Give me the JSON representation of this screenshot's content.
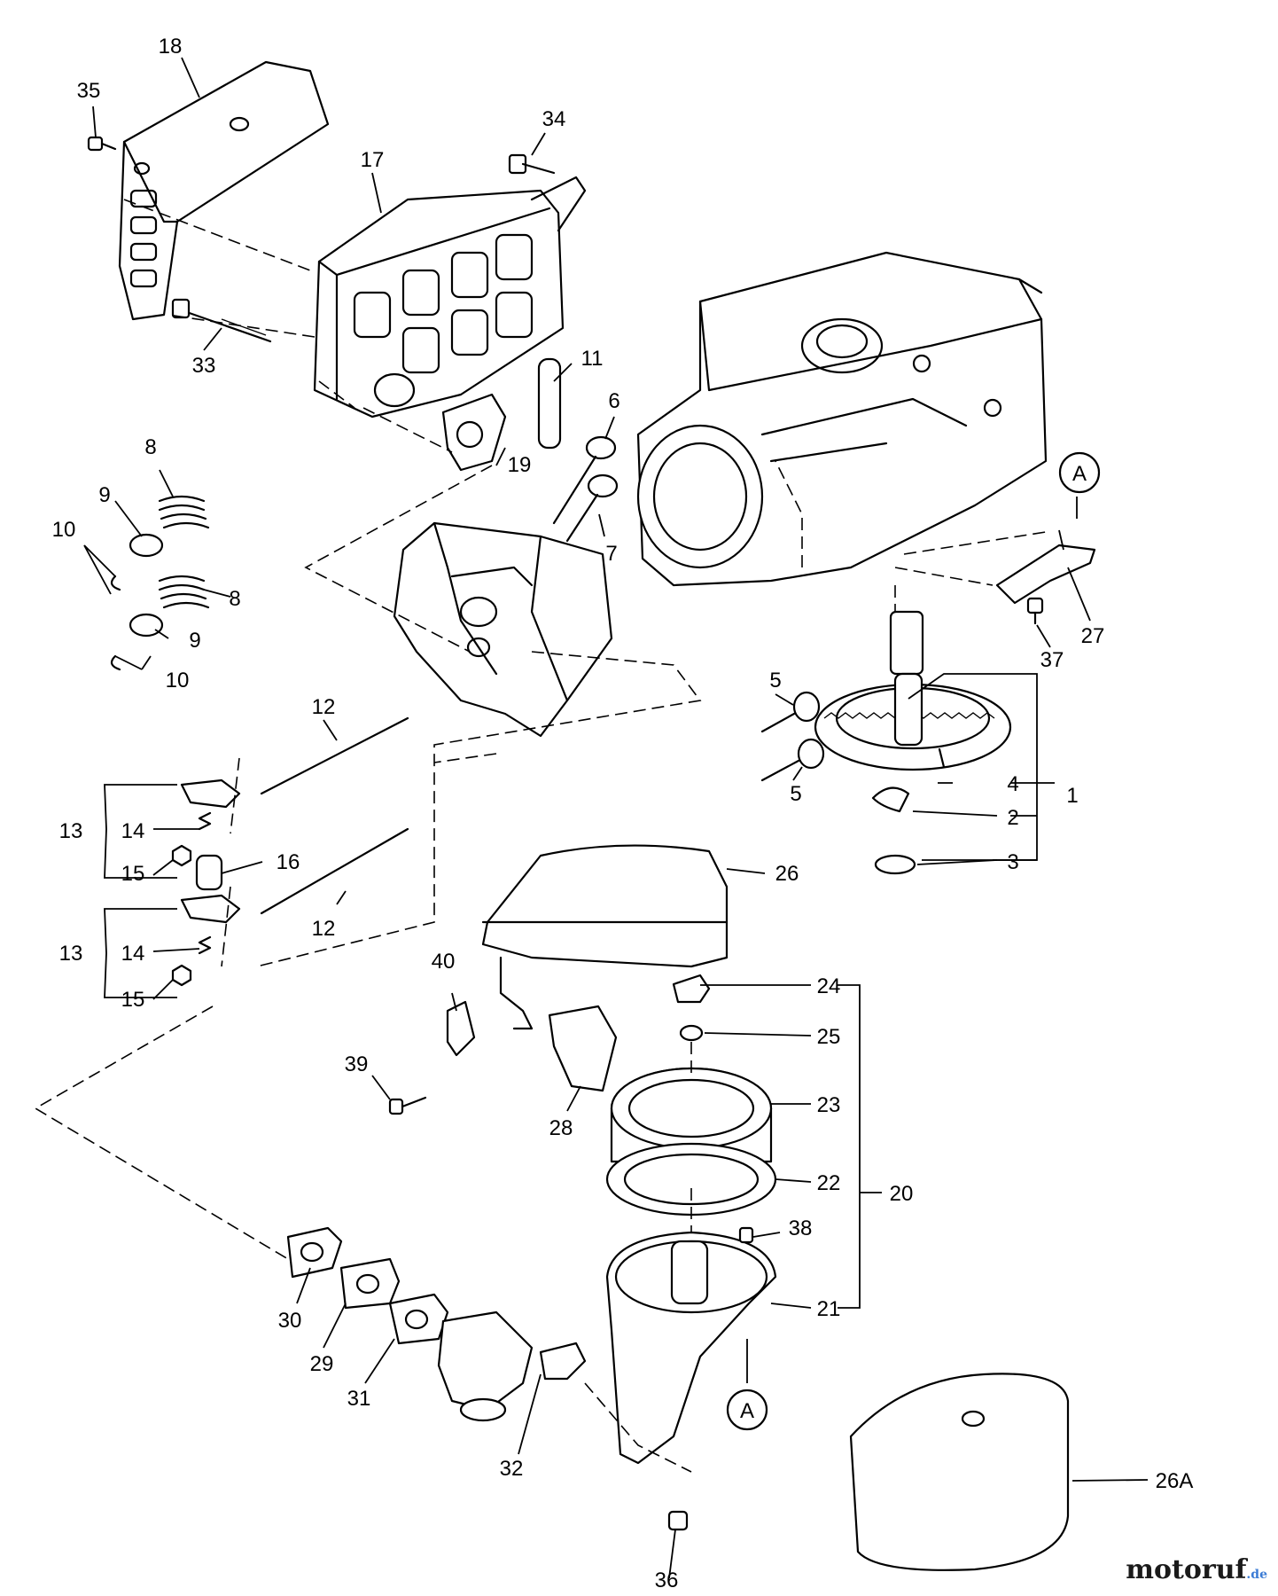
{
  "labels": {
    "p1": "1",
    "p2": "2",
    "p3": "3",
    "p4": "4",
    "p5a": "5",
    "p5b": "5",
    "p6": "6",
    "p7": "7",
    "p8a": "8",
    "p8b": "8",
    "p9a": "9",
    "p9b": "9",
    "p10a": "10",
    "p10b": "10",
    "p11": "11",
    "p12a": "12",
    "p12b": "12",
    "p13a": "13",
    "p13b": "13",
    "p14a": "14",
    "p14b": "14",
    "p15a": "15",
    "p15b": "15",
    "p16": "16",
    "p17": "17",
    "p18": "18",
    "p19": "19",
    "p20": "20",
    "p21": "21",
    "p22": "22",
    "p23": "23",
    "p24": "24",
    "p25": "25",
    "p26": "26",
    "p26A": "26A",
    "p27": "27",
    "p28": "28",
    "p29": "29",
    "p30": "30",
    "p31": "31",
    "p32": "32",
    "p33": "33",
    "p34": "34",
    "p35": "35",
    "p36": "36",
    "p37": "37",
    "p38": "38",
    "p39": "39",
    "p40": "40",
    "refA1": "A",
    "refA2": "A"
  },
  "watermark": {
    "brand": "motoruf",
    "tld": ".de"
  }
}
